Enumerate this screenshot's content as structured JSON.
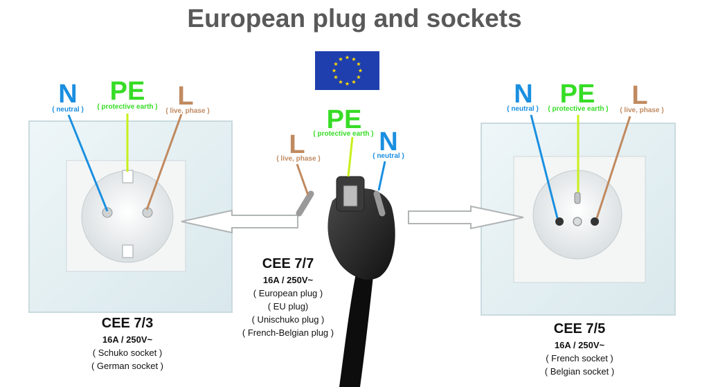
{
  "title": "European plug and sockets",
  "colors": {
    "neutral": "#1a8fe0",
    "earth": "#36dc25",
    "earth_line": "#c7f01a",
    "live": "#c08a60",
    "title": "#595959",
    "eu_blue": "#1f3fae",
    "eu_star": "#ffdd00"
  },
  "icons": {
    "flag": "eu-flag-icon"
  },
  "left_socket": {
    "n_letter": "N",
    "n_sub": "( neutral )",
    "pe_letter": "PE",
    "pe_sub": "( protective earth )",
    "l_letter": "L",
    "l_sub": "( live, phase )",
    "name": "CEE 7/3",
    "rating": "16A / 250V~",
    "desc": [
      "( Schuko socket )",
      "( German socket )"
    ]
  },
  "plug": {
    "l_letter": "L",
    "l_sub": "( live, phase )",
    "pe_letter": "PE",
    "pe_sub": "( protective earth )",
    "n_letter": "N",
    "n_sub": "( neutral )",
    "name": "CEE 7/7",
    "rating": "16A / 250V~",
    "desc": [
      "( European plug )",
      "( EU plug)",
      "( Unischuko plug )",
      "( French-Belgian plug )"
    ]
  },
  "right_socket": {
    "n_letter": "N",
    "n_sub": "( neutral )",
    "pe_letter": "PE",
    "pe_sub": "( protective earth )",
    "l_letter": "L",
    "l_sub": "( live, phase )",
    "name": "CEE 7/5",
    "rating": "16A / 250V~",
    "desc": [
      "( French socket )",
      "( Belgian socket )"
    ]
  }
}
